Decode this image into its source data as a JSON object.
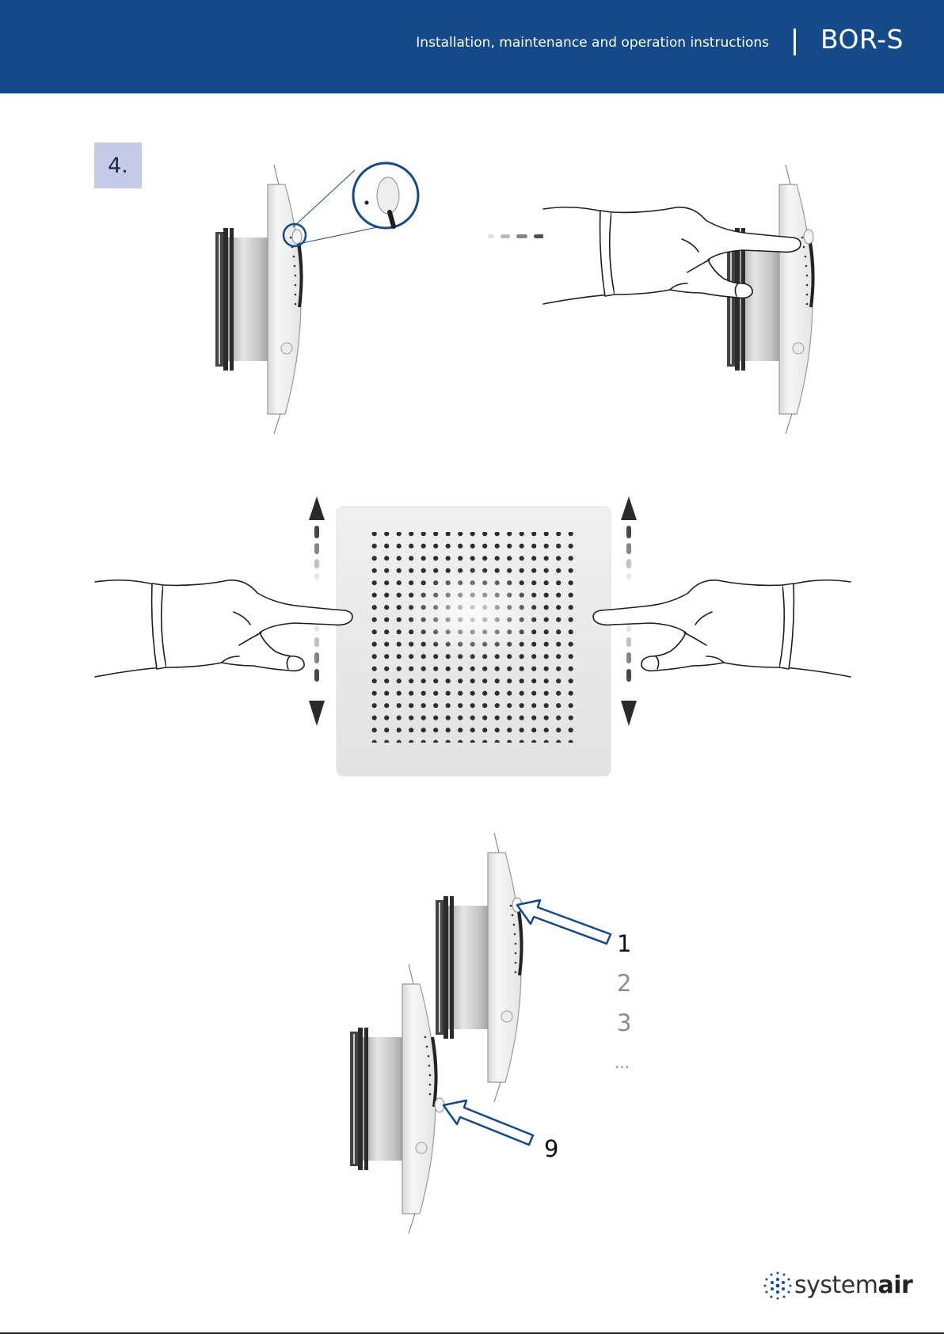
{
  "header": {
    "subtitle": "Installation, maintenance and operation instructions",
    "title": "BOR-S",
    "background": "#14498a"
  },
  "step": {
    "label": "4."
  },
  "position_labels": {
    "first": "1",
    "second": "2",
    "third": "3",
    "more": "...",
    "last": "9"
  },
  "colors": {
    "accent": "#14498a",
    "badge": "#c5cbe6",
    "muted": "#8c8c8c"
  },
  "footer": {
    "logo_light": "system",
    "logo_bold": "air"
  }
}
